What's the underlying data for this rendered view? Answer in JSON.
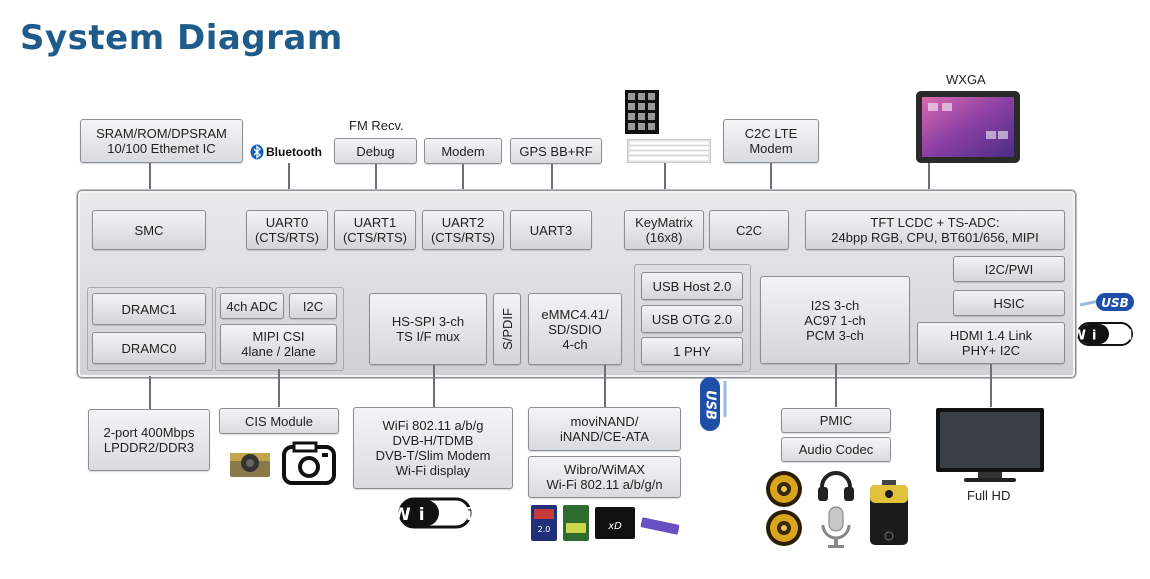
{
  "title": "System Diagram",
  "labels": {
    "fm_recv": "FM Recv.",
    "wxga": "WXGA",
    "full_hd": "Full HD",
    "bluetooth": "Bluetooth",
    "wifi": "Wi Fi",
    "usb": "USB",
    "sd_card": "2.0",
    "xd_card": "xD"
  },
  "top": {
    "sram": "SRAM/ROM/DPSRAM\n10/100 Ethemet IC",
    "debug": "Debug",
    "modem": "Modem",
    "gps": "GPS BB+RF",
    "c2c_lte": "C2C LTE\nModem"
  },
  "soc": {
    "smc": "SMC",
    "uart0": "UART0\n(CTS/RTS)",
    "uart1": "UART1\n(CTS/RTS)",
    "uart2": "UART2\n(CTS/RTS)",
    "uart3": "UART3",
    "keymatrix": "KeyMatrix\n(16x8)",
    "c2c": "C2C",
    "tft": "TFT LCDC + TS-ADC:\n24bpp RGB, CPU, BT601/656, MIPI",
    "dramc1": "DRAMC1",
    "dramc0": "DRAMC0",
    "adc": "4ch ADC",
    "i2c": "I2C",
    "mipi": "MIPI CSI\n4lane / 2lane",
    "hsspi": "HS-SPI 3-ch\nTS I/F mux",
    "spdif": "S/PDIF",
    "emmc": "eMMC4.41/\nSD/SDIO\n4-ch",
    "usbhost": "USB Host 2.0",
    "usbotg": "USB OTG 2.0",
    "phy": "1 PHY",
    "i2s": "I2S 3-ch\nAC97 1-ch\nPCM 3-ch",
    "i2cpwi": "I2C/PWI",
    "hsic": "HSIC",
    "hdmi": "HDMI 1.4 Link\nPHY+ I2C"
  },
  "bottom": {
    "lpddr": "2-port 400Mbps\nLPDDR2/DDR3",
    "cis": "CIS Module",
    "wifi": "WiFi 802.11 a/b/g\nDVB-H/TDMB\nDVB-T/Slim Modem\nWi-Fi display",
    "movinand": "moviNAND/\niNAND/CE-ATA",
    "wibro": "Wibro/WiMAX\nWi-Fi 802.11 a/b/g/n",
    "pmic": "PMIC",
    "audio": "Audio Codec"
  },
  "colors": {
    "title": "#1f5b8a",
    "box_top": "#f2f3f4",
    "box_bottom": "#d3d6d8",
    "usb_blue": "#1e4fa8",
    "bluetooth_blue": "#1464b4"
  }
}
